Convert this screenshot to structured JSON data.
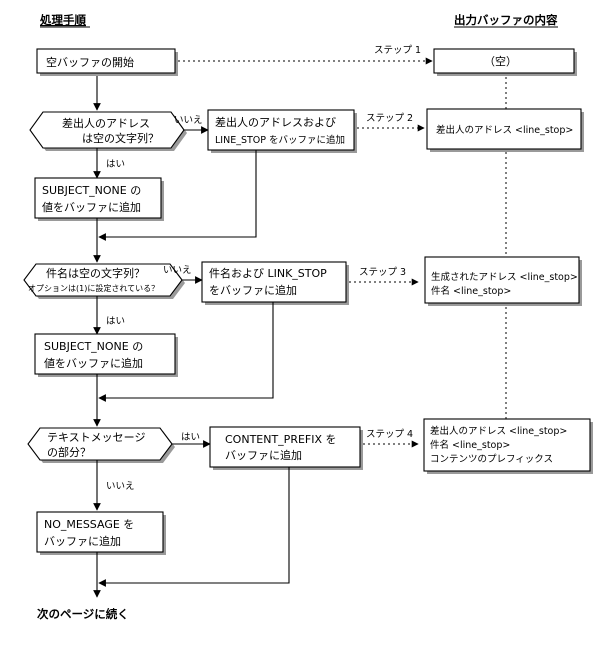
{
  "headers": {
    "left": "処理手順",
    "right": "出力バッファの内容"
  },
  "steps": {
    "s1": "ステップ 1",
    "s2": "ステップ 2",
    "s3": "ステップ 3",
    "s4": "ステップ 4"
  },
  "process": {
    "start": "空バッファの開始",
    "addr_stop": [
      "差出人のアドレスおよび",
      "LINE_STOP をバッファに追加"
    ],
    "subj_none_1": [
      "SUBJECT_NONE の",
      "値をバッファに追加"
    ],
    "subj_link": [
      "件名および LINK_STOP",
      "をバッファに追加"
    ],
    "subj_none_2": [
      "SUBJECT_NONE の",
      "値をバッファに追加"
    ],
    "content_prefix": [
      "CONTENT_PREFIX を",
      "バッファに追加"
    ],
    "no_message": [
      "NO_MESSAGE を",
      "バッファに追加"
    ]
  },
  "decisions": {
    "d1": [
      "差出人のアドレス",
      "は空の文字列？"
    ],
    "d2": [
      "件名は空の文字列？",
      "オプションは(1)に設定されている？"
    ],
    "d3": [
      "テキストメッセージ",
      "の部分？"
    ]
  },
  "labels": {
    "yes": "はい",
    "no": "いいえ"
  },
  "outputs": {
    "o1": [
      "（空）"
    ],
    "o2": [
      "差出人のアドレス <line_stop>"
    ],
    "o3": [
      "生成されたアドレス <line_stop>",
      "件名 <line_stop>"
    ],
    "o4": [
      "差出人のアドレス <line_stop>",
      "件名 <line_stop>",
      "コンテンツのプレフィックス"
    ]
  },
  "footer": "次のページに続く"
}
